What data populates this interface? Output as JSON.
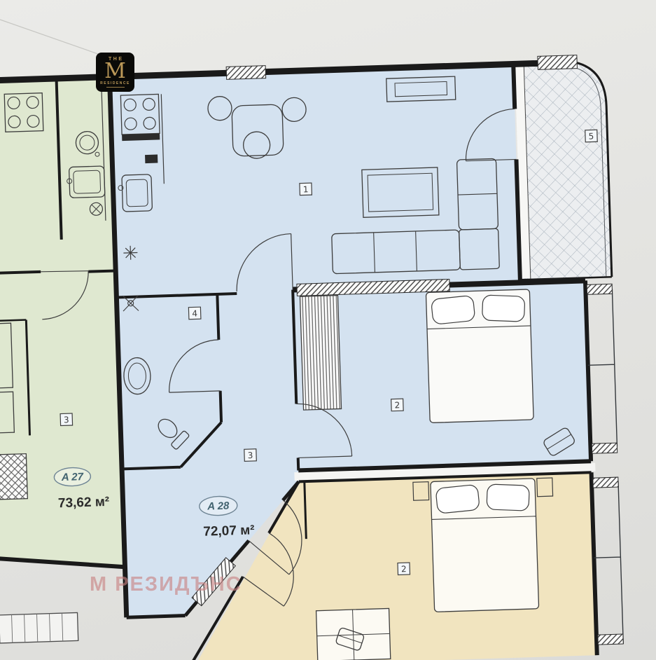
{
  "apartments": {
    "a27": {
      "label": "A 27",
      "area": "73,62 м²"
    },
    "a28": {
      "label": "A 28",
      "area": "72,07 м²"
    }
  },
  "room_numbers": {
    "living": "1",
    "bedroom": "2",
    "hallway": "3",
    "bathroom": "4",
    "balcony": "5",
    "a27_room": "3",
    "neighbor_bedroom": "2"
  },
  "logo": {
    "top": "THE",
    "letter": "M",
    "bottom": "RESIDENCE"
  },
  "watermark": "М РЕЗИДЪНС",
  "colors": {
    "a27_fill": "#dfe8d0",
    "a28_fill": "#d4e2f0",
    "neighbor_fill": "#f1e4bf",
    "balcony_fill": "#eceef0",
    "wall": "#1a1a1a",
    "furniture": "#3d3d3d",
    "label_teal": "#41626f",
    "area_text": "#2b2b2b",
    "watermark_pink": "#c98282",
    "logo_gold": "#bb9858",
    "logo_bg": "#0a0a08",
    "bg_top": "#ebebe8",
    "bg_bottom": "#dcdcd9"
  }
}
